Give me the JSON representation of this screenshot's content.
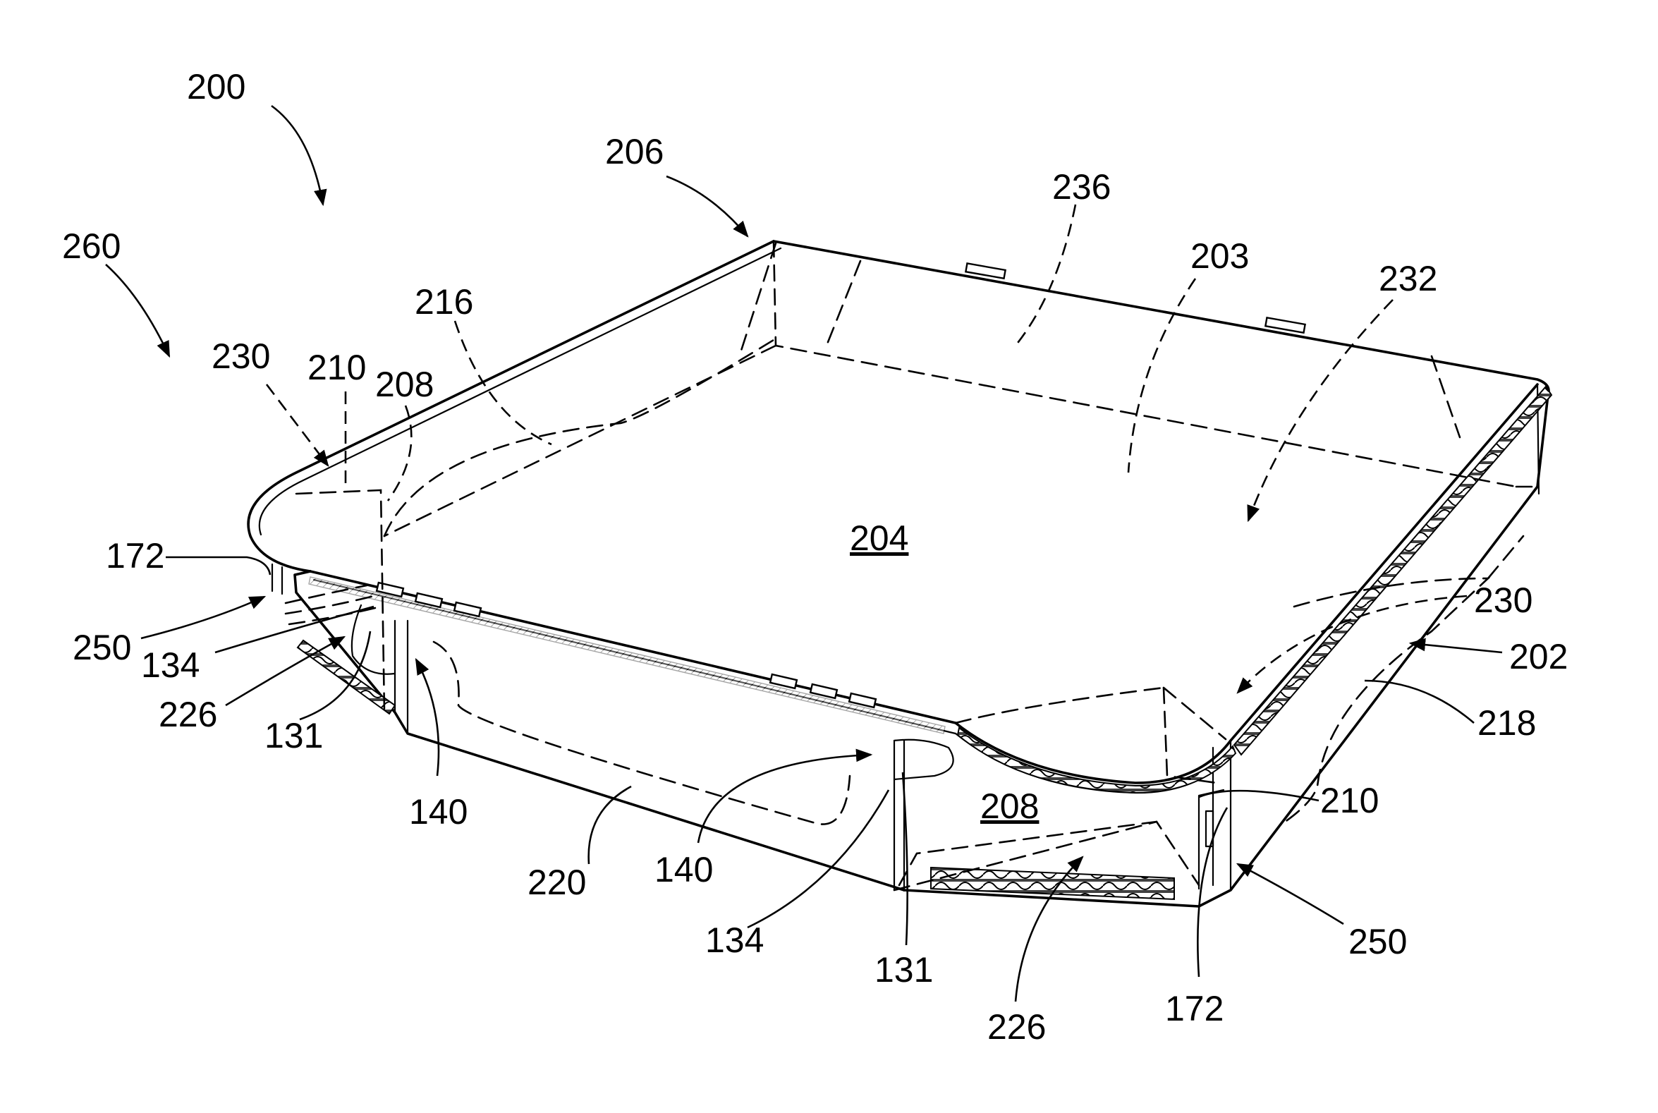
{
  "figure": {
    "labels": {
      "l200": "200",
      "l206": "206",
      "l236": "236",
      "l203": "203",
      "l232": "232",
      "l260": "260",
      "l216": "216",
      "l230a": "230",
      "l210a": "210",
      "l208a": "208",
      "l204": "204",
      "l172a": "172",
      "l250a": "250",
      "l134a": "134",
      "l226a": "226",
      "l131a": "131",
      "l140a": "140",
      "l220": "220",
      "l140b": "140",
      "l134b": "134",
      "l131b": "131",
      "l226b": "226",
      "l172b": "172",
      "l208b": "208",
      "l210b": "210",
      "l230b": "230",
      "l202": "202",
      "l218": "218",
      "l250b": "250"
    }
  }
}
